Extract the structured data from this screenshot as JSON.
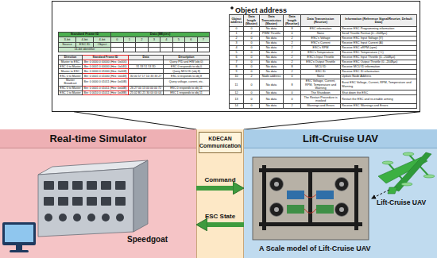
{
  "diagram": {
    "nodes": [
      {
        "text": [
          "Object address"
        ]
      },
      {
        "text": [
          "Real-time Simulator"
        ]
      },
      {
        "text": [
          "KDECAN Communication"
        ]
      },
      {
        "text": [
          "Lift-Cruise UAV"
        ]
      }
    ],
    "edges": [
      {
        "from": 0,
        "to": 2,
        "arrow": "none"
      },
      {
        "from": 0,
        "to": 2,
        "arrow": "none"
      },
      {
        "from": 1,
        "to": 3,
        "label": "Command",
        "arrow": "to"
      },
      {
        "from": 3,
        "to": 1,
        "label": "ESC State",
        "arrow": "to"
      }
    ],
    "labels": [
      "Standard Frame ID",
      "Data (8Bytes)",
      "3-bit",
      "4-bit",
      "4-bit",
      "0",
      "1",
      "2",
      "3",
      "4",
      "5",
      "6",
      "7",
      "Source",
      "ESC ID",
      "Object",
      "11-bit identifier",
      "Direction",
      "Standard Frame ID",
      "Data",
      "Description",
      "Master to ESC",
      "Bin: 0 0000 0 00000 (Hex: 0x000)",
      "Query PID and HW (obj 0)",
      "ESC 0 to Master",
      "Bin: 0 0001 0 00000 (Hex: 0x040)",
      "31 33 51 53 3D",
      "ESC 0 responds to obj 0",
      "Master to ESC",
      "Bin: 0 0000 0 01000 (Hex: 0x008)",
      "Query MCU ID (obj 8)",
      "ESC 0 to Master",
      "Bin: 0 0001 0 01000 (Hex: 0x048)",
      "30 00 57 17 1D 33 33 27",
      "ESC 0 responds to obj 8",
      "Master Broadcast",
      "Bin: 0 0000 0 01011 (Hex: 0x00B)",
      "Query voltage, current, etc.",
      "ESC 0 to Master",
      "Bin: 0 0001 0 01011 (Hex: 0x04B)",
      "26 27 00 13 00 00 00 72",
      "ESC 0 responds to obj 11",
      "ESC 1 to Master",
      "Bin: 0 0010 0 01011 (Hex: 0x08B)",
      "25 02 B1 21 30 00 00 04",
      "ESC 1 responds to obj 11",
      "Object address",
      "Data length (Master)",
      "Data Transmission (Master)",
      "Data length (Receive)",
      "Data Transmission (Receive)",
      "Information (Reference Signal/Receive, Default Data)",
      "0",
      "0",
      "No data",
      "8",
      "ESC information",
      "Receive ESC Programming information",
      "1",
      "2",
      "PWM Throttle",
      "0",
      "None",
      "Send Throttle Format (0...2048μs)",
      "2",
      "0",
      "No data",
      "2",
      "ESC's Voltage",
      "Receive ESC Input Voltage (V)",
      "3",
      "0",
      "No data",
      "2",
      "ESC's Current",
      "Receive ESC Input Current (A)",
      "4",
      "0",
      "No data",
      "2",
      "ESC's RPM",
      "Receive ESC eRPM (rpm)",
      "5",
      "0",
      "No data",
      "2",
      "ESC's Temperature",
      "Receive ESC Temperature (°C)",
      "6",
      "0",
      "No data",
      "2",
      "ESC's Input Throttle",
      "Receive ESC Input Throttle (0...2048μs)",
      "7",
      "0",
      "No data",
      "2",
      "ESC's Output Throttle",
      "Receive ESC Output Throttle (0...2048μs)",
      "8",
      "0",
      "No data",
      "8",
      "MCU ID",
      "Receive MCU ID information",
      "9",
      "0",
      "No data",
      "2",
      "ESC ID",
      "Receive ESC ID information",
      "10",
      "2",
      "Node address",
      "0",
      "None",
      "Update Node Address",
      "11",
      "0",
      "No data",
      "8",
      "ESC Voltage, Current, RPM, Temperature and Warning",
      "Burst ESC Voltage, Current, RPM, Temperature and Warning",
      "12",
      "0",
      "No data",
      "0",
      "The Shutdown",
      "Shut down the ESC",
      "13",
      "0",
      "No data",
      "0",
      "The Restart Procedure is invoked",
      "Restart the ESC and re-enable arming",
      "14",
      "0",
      "No data",
      "2",
      "Warnings and Errors",
      "Receive ESC Warnings and Errors",
      "Speedgoat",
      "A Scale model of Lift-Cruise UAV",
      "Lift-Cruise UAV"
    ]
  }
}
